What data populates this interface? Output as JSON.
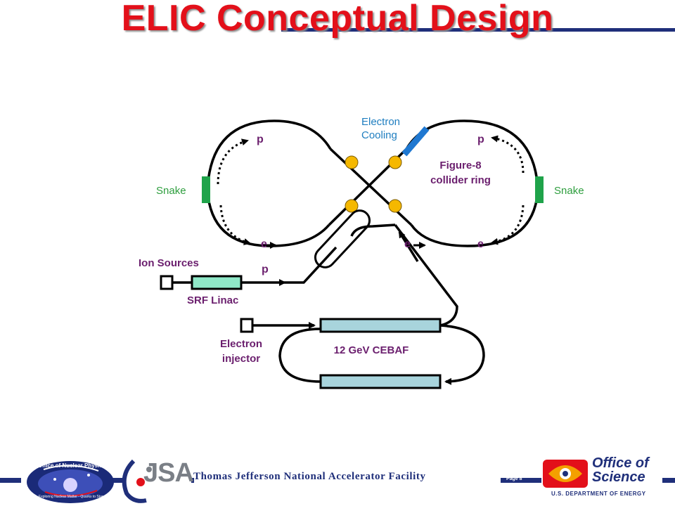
{
  "title": "ELIC Conceptual Design",
  "labels": {
    "electron_cooling_line1": "Electron",
    "electron_cooling_line2": "Cooling",
    "p_top_left": "p",
    "p_top_right": "p",
    "figure8_line1": "Figure-8",
    "figure8_line2": "collider ring",
    "snake_left": "Snake",
    "snake_right": "Snake",
    "e_left": "e",
    "e_center": "e",
    "e_right": "e",
    "ion_sources": "Ion Sources",
    "p_linac": "p",
    "srf_linac": "SRF Linac",
    "electron_injector_line1": "Electron",
    "electron_injector_line2": "injector",
    "cebaf": "12 GeV CEBAF"
  },
  "footer": {
    "lab_name": "Thomas Jefferson National Accelerator Facility",
    "page": "Page 8",
    "onp_logo_text": "Office of Nuclear Physics",
    "onp_logo_subtext": "Exploring Nuclear Matter - Quarks to Stars",
    "jsa_logo_text": "JSA",
    "science_logo_line1": "Office of",
    "science_logo_line2": "Science",
    "science_logo_line3": "U.S. DEPARTMENT OF ENERGY"
  },
  "colors": {
    "title": "#e3101a",
    "label_purple": "#6b1f6e",
    "label_green": "#2e9e3e",
    "label_blue": "#1f7ec0",
    "snake": "#1fa34a",
    "cooling": "#1f78d1",
    "ip_dot": "#f5b800",
    "linac": "#8fe8c8",
    "cebaf": "#a8d4dc",
    "navy": "#1f2f7a"
  }
}
